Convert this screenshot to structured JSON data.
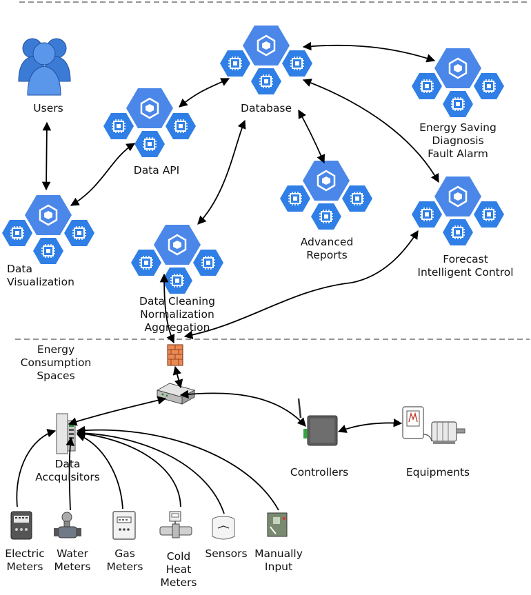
{
  "labels": {
    "users": "Users",
    "database": "Database",
    "data_api": "Data API",
    "data_visualization": "Data\nVisualization",
    "energy_saving": "Energy Saving\nDiagnosis\nFault Alarm",
    "advanced_reports": "Advanced\nReports",
    "forecast": "Forecast\nIntelligent Control",
    "data_cleaning": "Data Cleaning\nNormalization\nAggregation",
    "energy_spaces": "Energy\nConsumption\nSpaces",
    "data_acquisitors": "Data\nAccquisitors",
    "controllers": "Controllers",
    "equipments": "Equipments",
    "electric_meters": "Electric\nMeters",
    "water_meters": "Water\nMeters",
    "gas_meters": "Gas\nMeters",
    "cold_heat_meters": "Cold\nHeat\nMeters",
    "sensors": "Sensors",
    "manually_input": "Manually\nInput"
  },
  "icons": {
    "user_group": "users-icon",
    "compute_cluster": "compute-cluster-icon",
    "firewall": "firewall-icon",
    "router": "router-icon",
    "data_acquisitor": "data-acquisitor-icon",
    "controller": "controller-icon",
    "equipment": "equipment-motor-icon",
    "electric_meter": "electric-meter-icon",
    "water_meter": "water-meter-icon",
    "gas_meter": "gas-meter-icon",
    "cold_heat_meter": "cold-heat-meter-icon",
    "sensor": "sensor-icon",
    "manual_input": "manual-input-icon"
  },
  "colors": {
    "hex_primary": "#4a87e8",
    "hex_secondary": "#2f7fe6",
    "chip": "#ffffff",
    "arrow": "#000000",
    "divider": "#555555"
  }
}
